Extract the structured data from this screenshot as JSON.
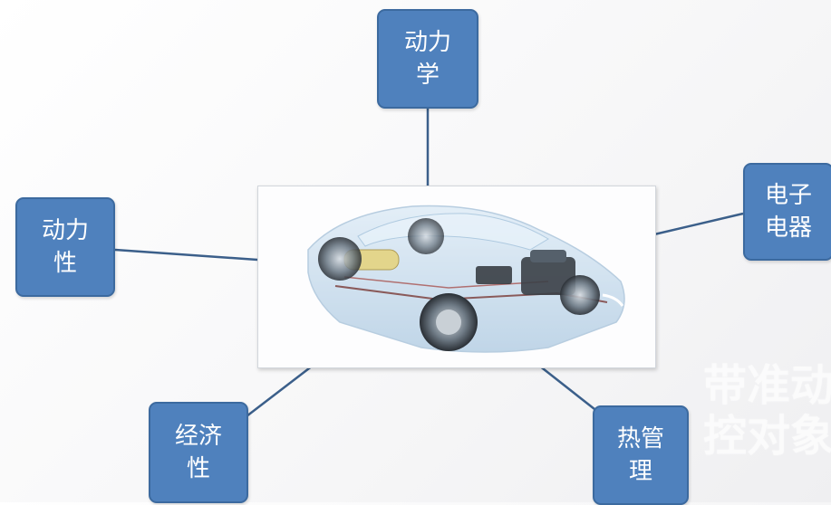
{
  "diagram": {
    "nodes": {
      "top": {
        "line1": "动力",
        "line2": "学"
      },
      "left": {
        "line1": "动力",
        "line2": "性"
      },
      "right": {
        "line1": "电子",
        "line2": "电器"
      },
      "bottom_left": {
        "line1": "经济",
        "line2": "性"
      },
      "bottom_right": {
        "line1": "热管",
        "line2": "理"
      }
    },
    "center_image": "transparent-car-chassis-illustration",
    "connector_color": "#3b5f8a",
    "box_color": "#4f81bd",
    "watermark": {
      "line1": "带准动",
      "line2": "控对象"
    }
  }
}
